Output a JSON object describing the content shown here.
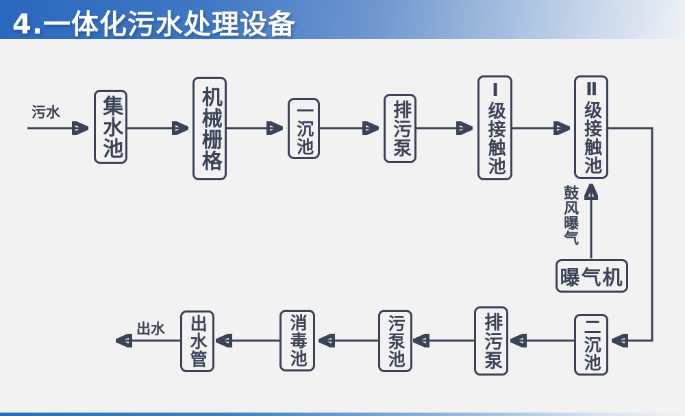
{
  "header": {
    "title": "4.一体化污水处理设备"
  },
  "flow": {
    "inlet_label": "污水",
    "outlet_label": "出水",
    "aeration_label": "鼓风曝气",
    "nodes": {
      "collection_tank": "集水池",
      "mechanical_grid": "机械栅格",
      "primary_sedimentation_tank": "一沉池",
      "sewage_pump_upper": "排污泵",
      "level1_contact_tank": "Ⅰ级接触池",
      "level2_contact_tank": "Ⅱ级接触池",
      "aerator": "曝气机",
      "secondary_sedimentation_tank": "二沉池",
      "sewage_pump_lower": "排污泵",
      "sludge_pump_tank": "污泵池",
      "disinfection_tank": "消毒池",
      "outlet_pipe": "出水管"
    }
  },
  "colors": {
    "line": "#3b4357",
    "header_blue": "#2a68be",
    "background": "#f2f2f3",
    "title_text": "#ffffff"
  }
}
